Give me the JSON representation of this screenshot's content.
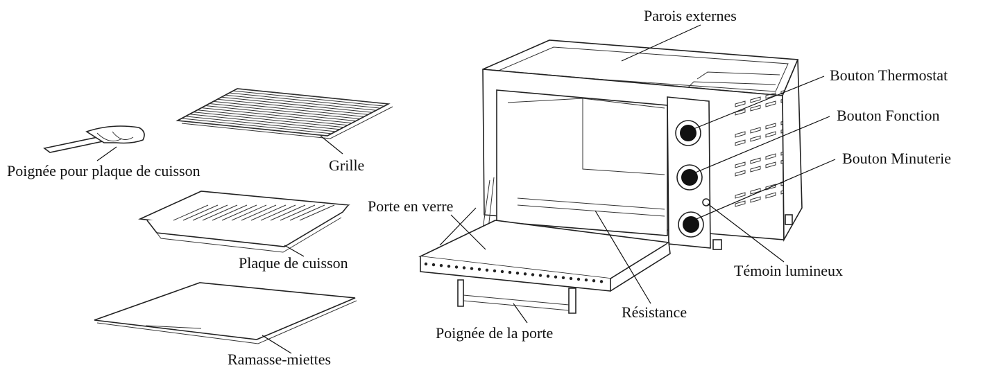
{
  "labels": {
    "parois_externes": "Parois externes",
    "bouton_thermostat": "Bouton Thermostat",
    "bouton_fonction": "Bouton Fonction",
    "bouton_minuterie": "Bouton Minuterie",
    "temoin_lumineux": "Témoin lumineux",
    "resistance": "Résistance",
    "poignee_porte": "Poignée de la porte",
    "porte_verre": "Porte en verre",
    "grille": "Grille",
    "poignee_plaque": "Poignée pour plaque de cuisson",
    "plaque_cuisson": "Plaque de cuisson",
    "ramasse_miettes": "Ramasse-miettes"
  }
}
